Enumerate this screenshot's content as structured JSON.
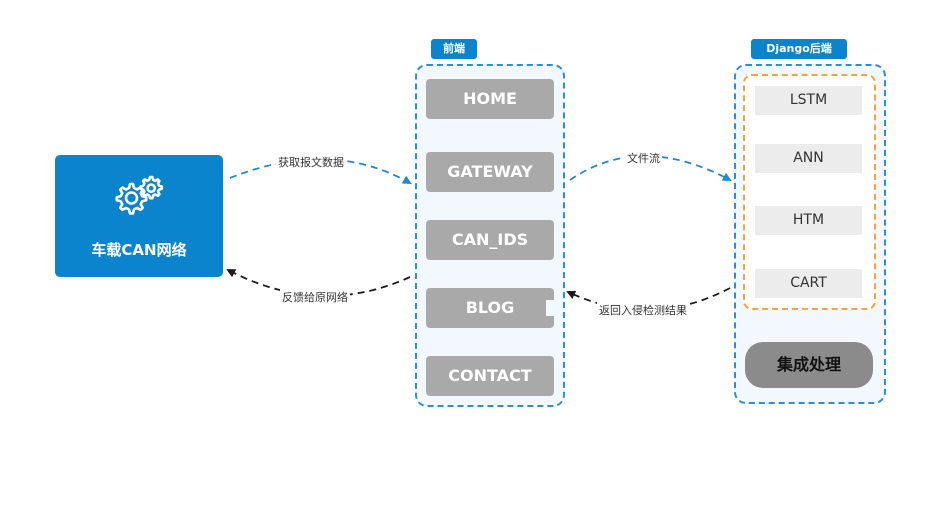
{
  "can_network": {
    "title": "车载CAN网络",
    "icon": "gears-icon"
  },
  "frontend": {
    "tag": "前端",
    "items": [
      "HOME",
      "GATEWAY",
      "CAN_IDS",
      "BLOG",
      "CONTACT"
    ]
  },
  "backend": {
    "tag": "Django后端",
    "models": [
      "LSTM",
      "ANN",
      "HTM",
      "CART"
    ],
    "ensemble": "集成处理"
  },
  "edges": {
    "fetch": "获取报文数据",
    "feedback": "反馈给原网络",
    "file_stream": "文件流",
    "result": "返回入侵检测结果"
  },
  "colors": {
    "primary_blue": "#0a84cc",
    "frame_blue": "#2b8fd6",
    "orange": "#f5a33c",
    "block_gray": "#a9a9a9",
    "ensemble_gray": "#8b8b8b"
  }
}
